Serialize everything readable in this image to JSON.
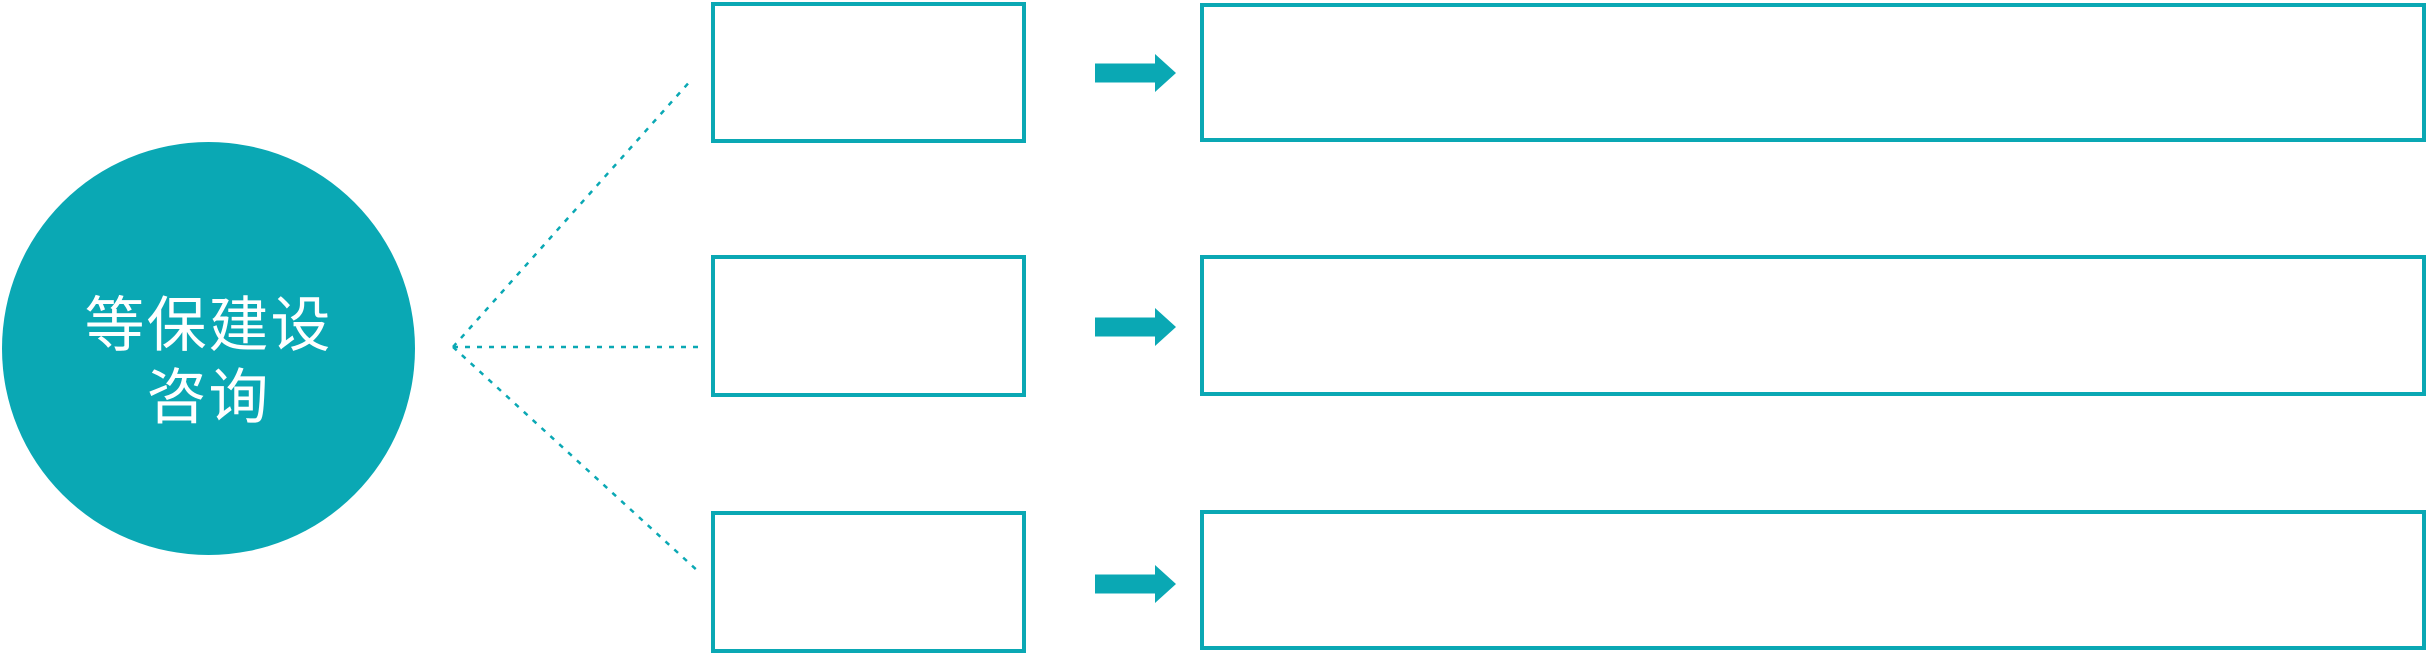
{
  "diagram": {
    "type": "hub-and-spoke",
    "hub": {
      "label_line1": "等保建设",
      "label_line2": "咨询"
    },
    "branches": [
      {
        "box_text": "",
        "detail_text": ""
      },
      {
        "box_text": "",
        "detail_text": ""
      },
      {
        "box_text": "",
        "detail_text": ""
      }
    ],
    "colors": {
      "teal": "#0AA8B4",
      "hub_text": "#FFFFFF",
      "background": "#FFFFFF"
    }
  }
}
